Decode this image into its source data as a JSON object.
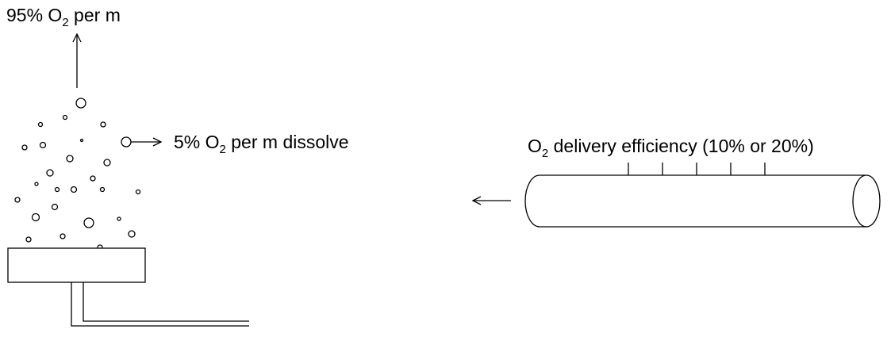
{
  "diffuser": {
    "escape_label": {
      "pre": "95% O",
      "sub": "2",
      "post": " per m"
    },
    "dissolve_label": {
      "pre": "5% O",
      "sub": "2",
      "post": " per m dissolve"
    }
  },
  "tube": {
    "efficiency_label": {
      "pre": "O",
      "sub": "2",
      "post": " delivery efficiency (10% or 20%)"
    }
  },
  "colors": {
    "stroke": "#000000",
    "background": "#ffffff"
  }
}
